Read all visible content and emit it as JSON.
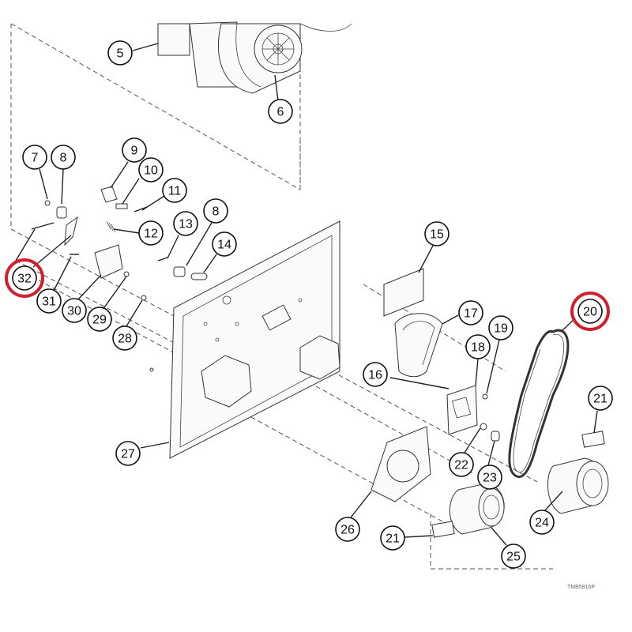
{
  "diagram": {
    "drawing_code": "TMB5816P",
    "highlight_color": "#d0202a",
    "callouts": [
      {
        "id": "c5",
        "label": "5"
      },
      {
        "id": "c6",
        "label": "6"
      },
      {
        "id": "c7",
        "label": "7"
      },
      {
        "id": "c8a",
        "label": "8"
      },
      {
        "id": "c9",
        "label": "9"
      },
      {
        "id": "c10",
        "label": "10"
      },
      {
        "id": "c11",
        "label": "11"
      },
      {
        "id": "c12",
        "label": "12"
      },
      {
        "id": "c13",
        "label": "13"
      },
      {
        "id": "c8b",
        "label": "8"
      },
      {
        "id": "c14",
        "label": "14"
      },
      {
        "id": "c15",
        "label": "15"
      },
      {
        "id": "c16",
        "label": "16"
      },
      {
        "id": "c17",
        "label": "17"
      },
      {
        "id": "c18",
        "label": "18"
      },
      {
        "id": "c19",
        "label": "19"
      },
      {
        "id": "c20",
        "label": "20",
        "highlighted": true
      },
      {
        "id": "c21a",
        "label": "21"
      },
      {
        "id": "c21b",
        "label": "21"
      },
      {
        "id": "c22",
        "label": "22"
      },
      {
        "id": "c23",
        "label": "23"
      },
      {
        "id": "c24",
        "label": "24"
      },
      {
        "id": "c25",
        "label": "25"
      },
      {
        "id": "c26",
        "label": "26"
      },
      {
        "id": "c27",
        "label": "27"
      },
      {
        "id": "c28",
        "label": "28"
      },
      {
        "id": "c29",
        "label": "29"
      },
      {
        "id": "c30",
        "label": "30"
      },
      {
        "id": "c31",
        "label": "31"
      },
      {
        "id": "c32",
        "label": "32",
        "highlighted": true
      }
    ]
  }
}
